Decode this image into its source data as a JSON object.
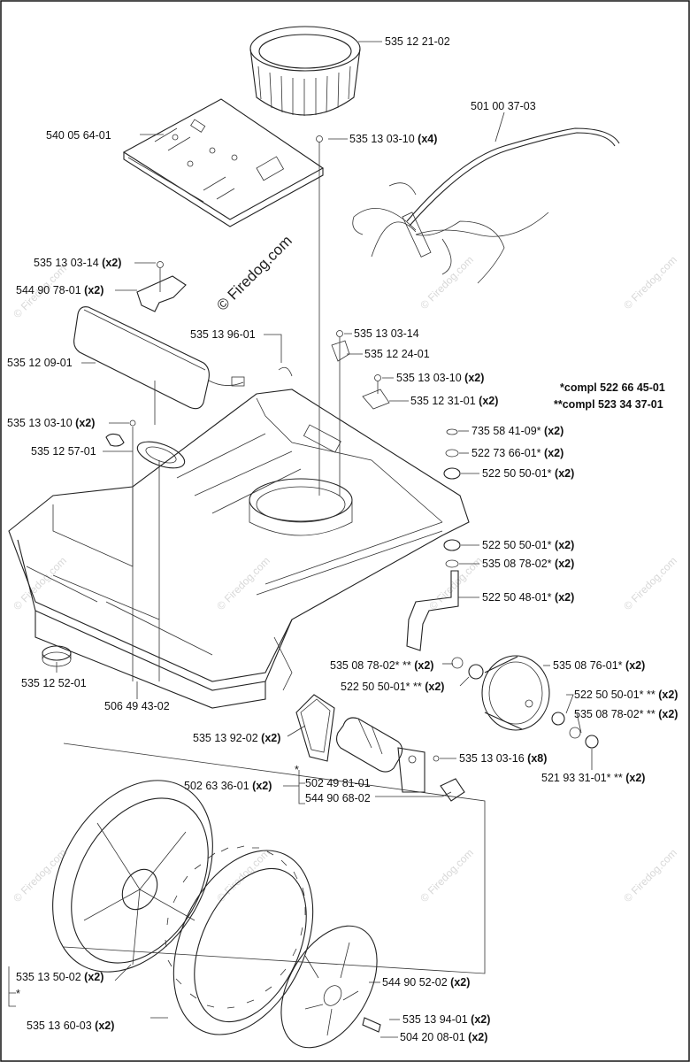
{
  "watermark": {
    "main": "© Firedog.com",
    "repeat": "© Firedog.com"
  },
  "labels": {
    "l1": "535 12 21-02",
    "l2": "540 05 64-01",
    "l3": "535 13 03-10",
    "l3q": "(x4)",
    "l4": "501 00 37-03",
    "l5": "535 13 03-14",
    "l5q": "(x2)",
    "l6": "544 90 78-01",
    "l6q": "(x2)",
    "l7": "535 12 09-01",
    "l8": "535 13 96-01",
    "l9": "535 13 03-14",
    "l10": "535 12 24-01",
    "l11": "535 13 03-10",
    "l11q": "(x2)",
    "l12": "535 12 31-01",
    "l12q": "(x2)",
    "l13": "*compl 522 66 45-01",
    "l14": "**compl 523 34 37-01",
    "l15": "535 13 03-10",
    "l15q": "(x2)",
    "l16": "535 12 57-01",
    "l17": "735 58 41-09*",
    "l17q": "(x2)",
    "l18": "522 73 66-01*",
    "l18q": "(x2)",
    "l19": "522 50 50-01*",
    "l19q": "(x2)",
    "l20": "522 50 50-01*",
    "l20q": "(x2)",
    "l21": "535 08 78-02*",
    "l21q": "(x2)",
    "l22": "522 50 48-01*",
    "l22q": "(x2)",
    "l23": "535 12 52-01",
    "l24": "506 49 43-02",
    "l25": "535 08 78-02* **",
    "l25q": "(x2)",
    "l26": "535 08 76-01*",
    "l26q": "(x2)",
    "l27": "522 50 50-01* **",
    "l27q": "(x2)",
    "l28": "522 50 50-01* **",
    "l28q": "(x2)",
    "l29": "535 08 78-02* **",
    "l29q": "(x2)",
    "l30": "535 13 92-02",
    "l30q": "(x2)",
    "l31": "535 13 03-16",
    "l31q": "(x8)",
    "l32": "521 93 31-01* **",
    "l32q": "(x2)",
    "l33": "502 63 36-01",
    "l33q": "(x2)",
    "l34": "502 49 81-01",
    "l35": "544 90 68-02",
    "l36": "535 13 50-02",
    "l36q": "(x2)",
    "l37": "*",
    "l38": "535 13 60-03",
    "l38q": "(x2)",
    "l39": "544 90 52-02",
    "l39q": "(x2)",
    "l40": "535 13 94-01",
    "l40q": "(x2)",
    "l41": "504 20 08-01",
    "l41q": "(x2)",
    "l42": "*"
  }
}
